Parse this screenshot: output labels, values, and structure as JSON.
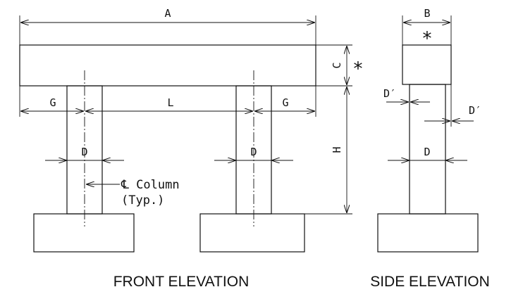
{
  "labels": {
    "a": "A",
    "b": "B",
    "c": "C",
    "g_left": "G",
    "g_right": "G",
    "l": "L",
    "h": "H",
    "d_front_left": "D",
    "d_front_right": "D",
    "d_side": "D",
    "d_prime_top": "D′",
    "d_prime_bottom": "D′",
    "asterisk_top": "∗",
    "asterisk_side": "∗",
    "column_note_line1": "℄ Column",
    "column_note_line2": "(Typ.)"
  },
  "captions": {
    "front": "FRONT ELEVATION",
    "side": "SIDE ELEVATION"
  }
}
